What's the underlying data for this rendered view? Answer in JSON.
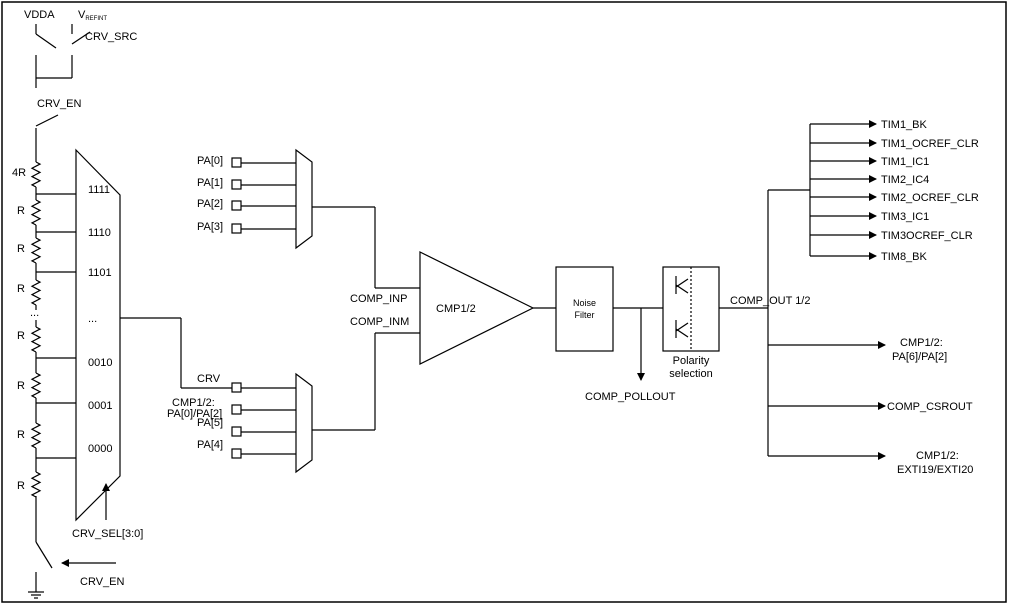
{
  "supply": {
    "vdda": "VDDA",
    "vref_main": "V",
    "vref_sub": "REFINT",
    "crv_src": "CRV_SRC",
    "crv_en_top": "CRV_EN",
    "crv_en_bottom": "CRV_EN"
  },
  "ladder": {
    "resistors": [
      "4R",
      "R",
      "R",
      "R",
      "R",
      "R",
      "R",
      "R"
    ],
    "dots": "..."
  },
  "crv_mux": {
    "codes": [
      "1111",
      "1110",
      "1101",
      "...",
      "0010",
      "0001",
      "0000"
    ],
    "select": "CRV_SEL[3:0]"
  },
  "inp_mux": {
    "inputs": [
      "PA[0]",
      "PA[1]",
      "PA[2]",
      "PA[3]"
    ]
  },
  "inm_mux": {
    "inputs": [
      "CRV",
      "CMP1/2:",
      "PA[0]/PA[2]",
      "PA[5]",
      "PA[4]"
    ]
  },
  "comparator": {
    "name": "CMP1/2",
    "inp": "COMP_INP",
    "inm": "COMP_INM"
  },
  "filter": {
    "line1": "Noise",
    "line2": "Filter"
  },
  "polarity": {
    "line1": "Polarity",
    "line2": "selection"
  },
  "pollout": "COMP_POLLOUT",
  "output": "COMP_OUT 1/2",
  "timers": [
    "TIM1_BK",
    "TIM1_OCREF_CLR",
    "TIM1_IC1",
    "TIM2_IC4",
    "TIM2_OCREF_CLR",
    "TIM3_IC1",
    "TIM3OCREF_CLR",
    "TIM8_BK"
  ],
  "outputs": {
    "pa_line1": "CMP1/2:",
    "pa_line2": "PA[6]/PA[2]",
    "csrout": "COMP_CSROUT",
    "exti_line1": "CMP1/2:",
    "exti_line2": "EXTI19/EXTI20"
  }
}
